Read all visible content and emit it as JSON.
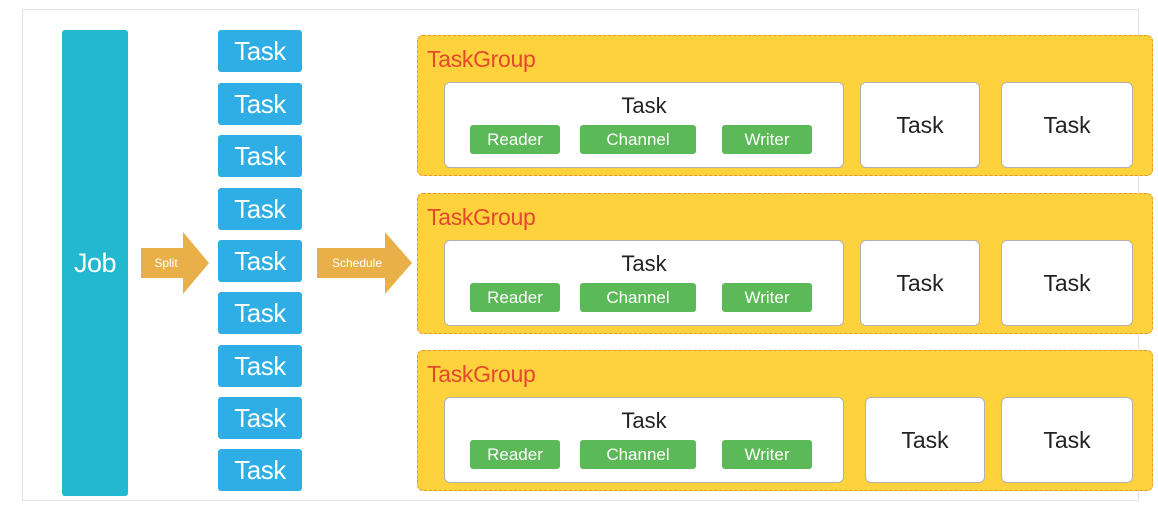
{
  "job": {
    "label": "Job"
  },
  "split": {
    "label": "Split"
  },
  "schedule": {
    "label": "Schedule"
  },
  "tasks": [
    "Task",
    "Task",
    "Task",
    "Task",
    "Task",
    "Task",
    "Task",
    "Task",
    "Task"
  ],
  "task_groups": [
    {
      "label": "TaskGroup",
      "main_task": {
        "label": "Task",
        "reader": "Reader",
        "channel": "Channel",
        "writer": "Writer"
      },
      "side_tasks": [
        "Task",
        "Task"
      ]
    },
    {
      "label": "TaskGroup",
      "main_task": {
        "label": "Task",
        "reader": "Reader",
        "channel": "Channel",
        "writer": "Writer"
      },
      "side_tasks": [
        "Task",
        "Task"
      ]
    },
    {
      "label": "TaskGroup",
      "main_task": {
        "label": "Task",
        "reader": "Reader",
        "channel": "Channel",
        "writer": "Writer"
      },
      "side_tasks": [
        "Task",
        "Task"
      ]
    }
  ],
  "colors": {
    "job": "#21b8d0",
    "task": "#2eaee4",
    "arrow": "#e9b04a",
    "taskgroup_fill": "#fdd23d",
    "taskgroup_border": "#e8962e",
    "taskgroup_label": "#e5492b",
    "component": "#5cb957"
  }
}
